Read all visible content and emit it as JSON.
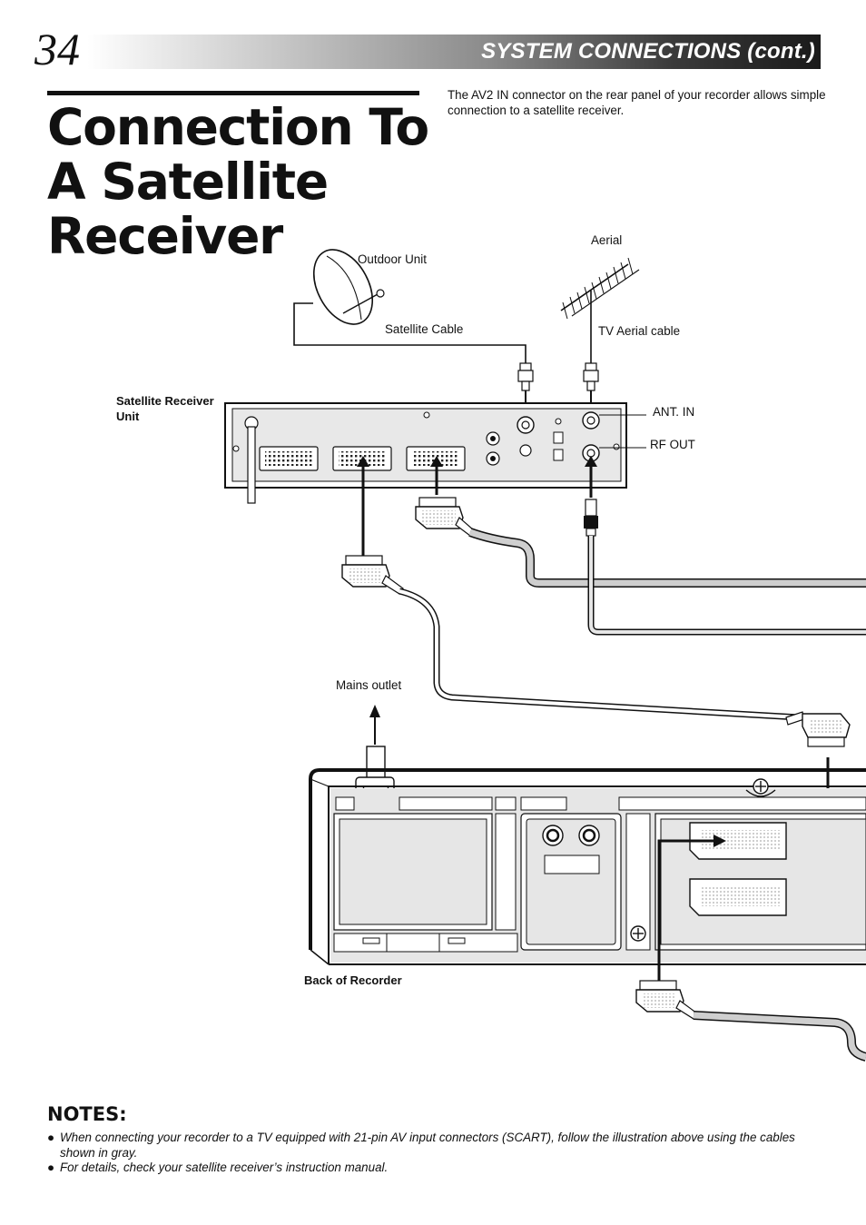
{
  "page": {
    "number": "34",
    "section_title": "SYSTEM CONNECTIONS (cont.)",
    "title_lines": [
      "Connection To",
      "A Satellite",
      "Receiver"
    ],
    "intro": "The AV2 IN connector on the rear panel of your recorder allows simple connection to a satellite receiver."
  },
  "diagram": {
    "labels": {
      "outdoor_unit": "Outdoor Unit",
      "aerial": "Aerial",
      "satellite_cable": "Satellite Cable",
      "tv_aerial_cable": "TV Aerial cable",
      "satellite_receiver_unit_line1": "Satellite Receiver",
      "satellite_receiver_unit_line2": "Unit",
      "ant_in": "ANT. IN",
      "rf_out": "RF OUT",
      "mains_outlet": "Mains outlet",
      "back_of_recorder": "Back of Recorder"
    },
    "colors": {
      "ink": "#111111",
      "panel": "#e6e6e6",
      "gray_cable": "#bdbdbd"
    },
    "icons": [
      "satellite-dish-icon",
      "aerial-antenna-icon",
      "scart-plug-icon",
      "coax-plug-icon",
      "arrow-icon"
    ]
  },
  "notes": {
    "heading": "NOTES:",
    "bullet_symbol": "●",
    "items": [
      "When connecting your recorder to a TV equipped with 21-pin AV input connectors (SCART), follow the illustration above using the cables shown in gray.",
      "For details, check your satellite receiver’s instruction manual."
    ]
  }
}
